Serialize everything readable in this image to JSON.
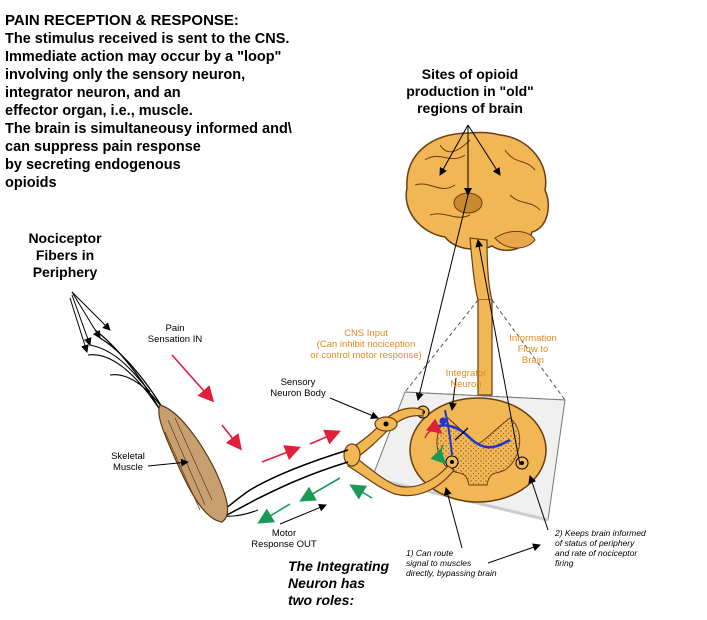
{
  "title": {
    "heading": "PAIN RECEPTION & RESPONSE:",
    "lines": [
      "The stimulus received is sent to the CNS.",
      "Immediate action may occur by a \"loop\"",
      "involving only the sensory neuron,",
      "integrator neuron, and an",
      "effector organ, i.e., muscle.",
      "The brain is simultaneousy informed and\\",
      "can suppress pain response",
      "by secreting endogenous",
      "opioids"
    ]
  },
  "labels": {
    "opioid_sites": [
      "Sites of opioid",
      "production in \"old\"",
      "regions of brain"
    ],
    "nociceptor": [
      "Nociceptor",
      "Fibers in",
      "Periphery"
    ],
    "pain_in": [
      "Pain",
      "Sensation IN"
    ],
    "sensory_body": [
      "Sensory",
      "Neuron Body"
    ],
    "skeletal_muscle": [
      "Skeletal",
      "Muscle"
    ],
    "motor_out": [
      "Motor",
      "Response OUT"
    ],
    "cns_input": [
      "CNS Input",
      "(Can inhibit nociception",
      "or control motor response)"
    ],
    "information_flow": [
      "Information",
      "Flow to",
      "Brain"
    ],
    "integrator": [
      "Integrator",
      "Neuron"
    ],
    "role1": [
      "1) Can route",
      "signal to muscles",
      "directly, bypassing brain"
    ],
    "role2": [
      "2) Keeps brain informed",
      "of status of periphery",
      "and rate of nociceptor",
      "firing"
    ],
    "roles_title": [
      "The Integrating",
      "Neuron has",
      "two roles:"
    ]
  },
  "colors": {
    "brain": "#f2b755",
    "brain_outline": "#6b3e10",
    "orange_text": "#e8891b",
    "red_arrow": "#e0203a",
    "green_arrow": "#1a9a55",
    "blue_neuron": "#2233cc"
  }
}
